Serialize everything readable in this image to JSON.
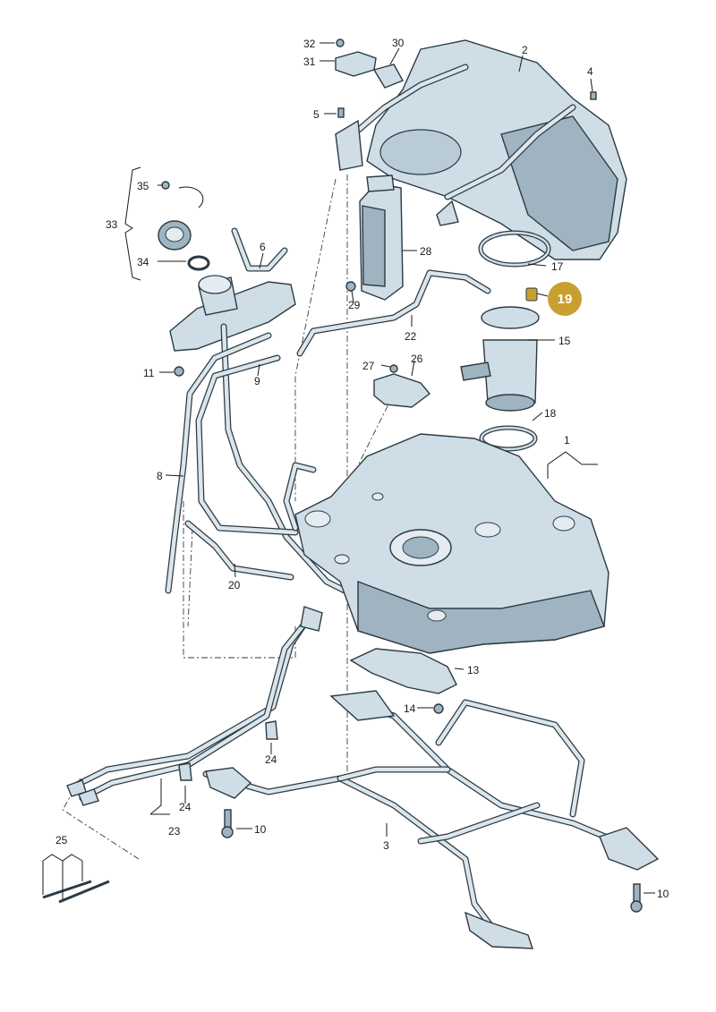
{
  "callouts": {
    "c1": "1",
    "c2": "2",
    "c3": "3",
    "c4": "4",
    "c5": "5",
    "c6": "6",
    "c8": "8",
    "c9": "9",
    "c10a": "10",
    "c10b": "10",
    "c11": "11",
    "c13": "13",
    "c14": "14",
    "c15": "15",
    "c17": "17",
    "c18": "18",
    "c19": "19",
    "c20": "20",
    "c22": "22",
    "c23": "23",
    "c24a": "24",
    "c24b": "24",
    "c25": "25",
    "c26": "26",
    "c27": "27",
    "c28": "28",
    "c29": "29",
    "c30": "30",
    "c31": "31",
    "c32": "32",
    "c33": "33",
    "c34": "34",
    "c35": "35"
  },
  "colors": {
    "highlight_badge": "#c8a032",
    "part_fill": "#cfdde6",
    "outline": "#2b3a44"
  }
}
